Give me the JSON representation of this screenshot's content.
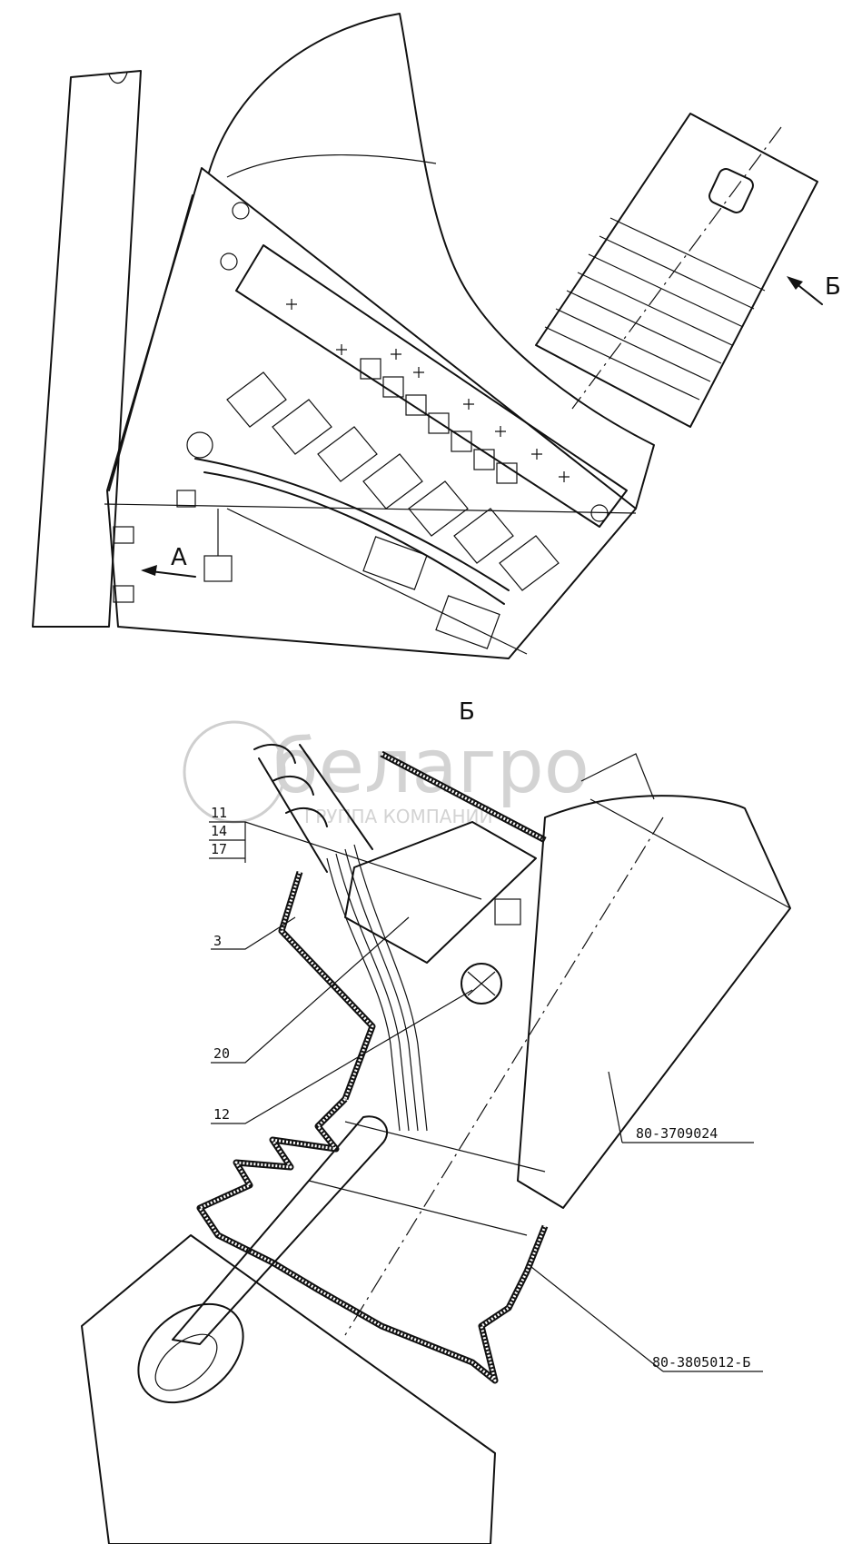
{
  "view_labels": {
    "arrow_a": "А",
    "arrow_b": "Б",
    "section_b": "Б"
  },
  "watermark": {
    "brand": "белагро",
    "tagline": "ГРУППА КОМПАНИЙ"
  },
  "callouts": {
    "c11": "11",
    "c14": "14",
    "c17": "17",
    "c3": "3",
    "c20": "20",
    "c12": "12",
    "part_controller": "80-3709024",
    "part_boot": "80-3805012-Б"
  }
}
